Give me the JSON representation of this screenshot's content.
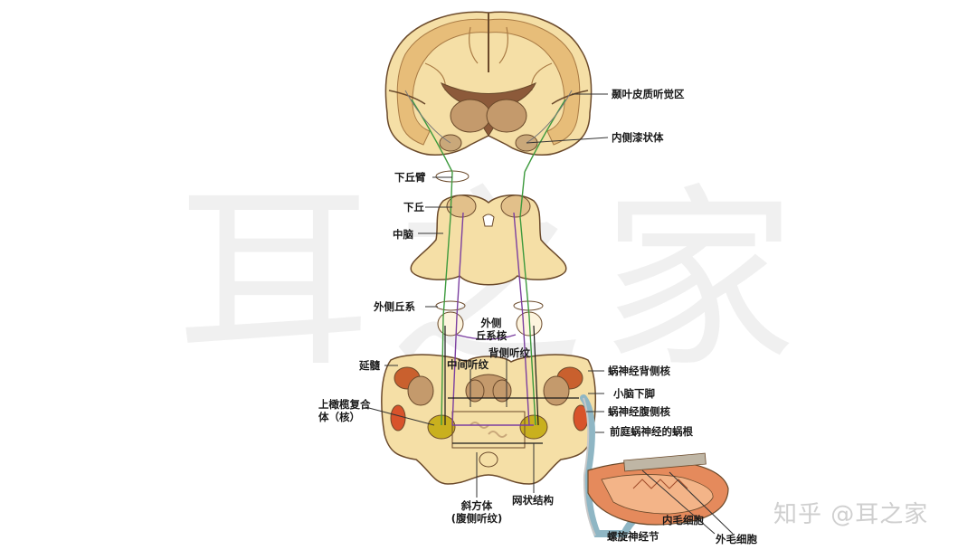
{
  "watermark": {
    "background": "耳之家",
    "credit": "知乎 @耳之家"
  },
  "labels": {
    "temporal_cortex": "颞叶皮质听觉区",
    "medial_geniculate": "内侧漆状体",
    "brachium_ic": "下丘臂",
    "inferior_colliculus": "下丘",
    "midbrain": "中脑",
    "lateral_lemniscus": "外侧丘系",
    "ll_nucleus_1": "外侧",
    "ll_nucleus_2": "丘系核",
    "dorsal_stria": "背侧听纹",
    "intermediate_stria": "中间听纹",
    "medulla": "延髓",
    "dorsal_cochlear_nucleus": "蜗神经背侧核",
    "inf_cerebellar_peduncle": "小脑下脚",
    "superior_olive_1": "上橄榄复合",
    "superior_olive_2": "体（核）",
    "ventral_cochlear_nucleus": "蜗神经腹侧核",
    "cochlear_root": "前庭蜗神经的蜗根",
    "trapezoid_1": "斜方体",
    "trapezoid_2": "(腹侧听纹)",
    "reticular": "网状结构",
    "inner_hair_cells": "内毛细胞",
    "spiral_ganglion": "螺旋神经节",
    "outer_hair_cells": "外毛细胞"
  },
  "colors": {
    "brain_outer": "#f5dfa6",
    "cortex_band": "#e7bd79",
    "deep_structure": "#c49a6c",
    "outline": "#6b4a2b",
    "green_path": "#3d9a3d",
    "purple_path": "#7b3fa0",
    "nucleus_olive": "#c9b01e",
    "nucleus_orange": "#d8532b",
    "nerve_blue": "#8fb6c4",
    "cochlea_orange": "#e58a5c"
  }
}
